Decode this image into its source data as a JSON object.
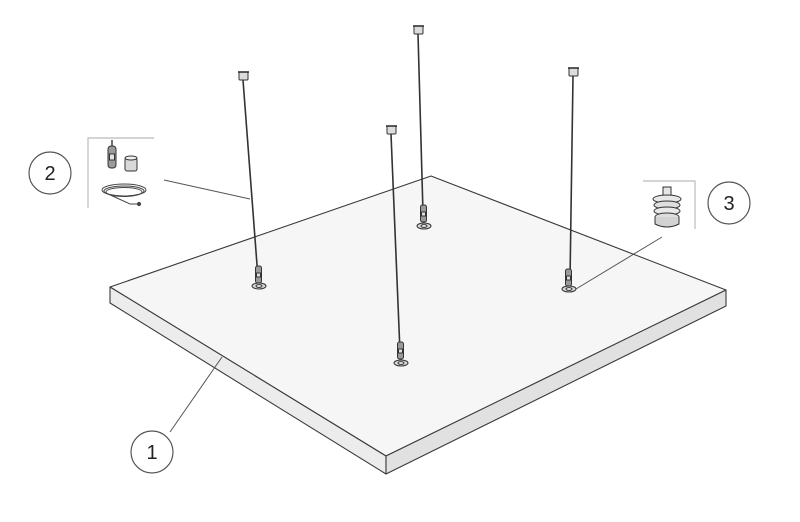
{
  "diagram": {
    "callouts": [
      {
        "id": "1",
        "label": "1"
      },
      {
        "id": "2",
        "label": "2"
      },
      {
        "id": "3",
        "label": "3"
      }
    ]
  },
  "colors": {
    "line": "#3a3a3a",
    "panel_top": "#f4f4f4",
    "panel_front": "#e6e6e6",
    "panel_side": "#d9d9d9",
    "hardware": "#8a8a8a",
    "callout_ring": "#555555"
  }
}
